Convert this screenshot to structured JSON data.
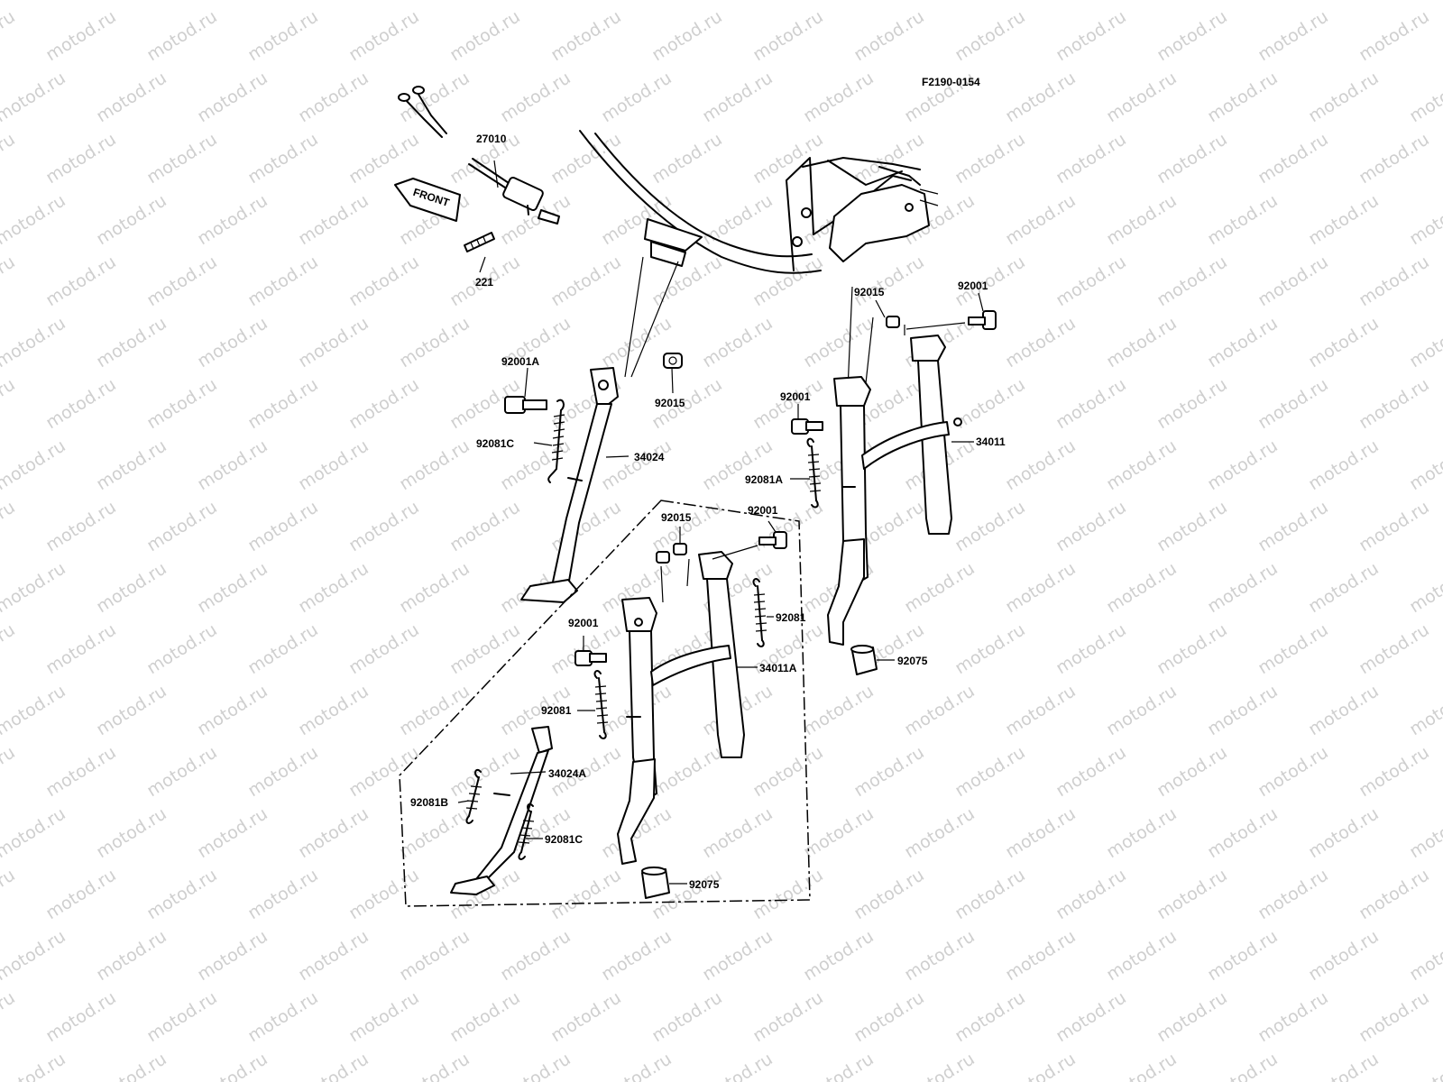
{
  "diagram": {
    "figure_code": "F2190-0154",
    "front_arrow": "FRONT",
    "watermark": "motod.ru",
    "labels": {
      "p27010": "27010",
      "p221": "221",
      "p92001A": "92001A",
      "p92015_a": "92015",
      "p92081C_a": "92081C",
      "p34024": "34024",
      "p92015_b": "92015",
      "p92001_a": "92001",
      "p92001_b": "92001",
      "p34011": "34011",
      "p92081A": "92081A",
      "p92015_c": "92015",
      "p92001_c": "92001",
      "p92081_a": "92081",
      "p92001_d": "92001",
      "p34011A": "34011A",
      "p92075_a": "92075",
      "p92081_b": "92081",
      "p34024A": "34024A",
      "p92081B": "92081B",
      "p92081C_b": "92081C",
      "p92075_b": "92075"
    }
  }
}
